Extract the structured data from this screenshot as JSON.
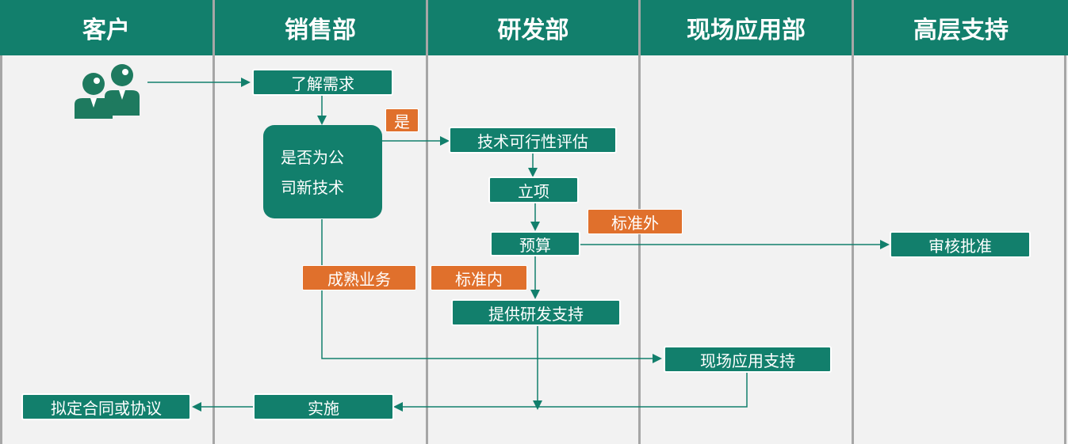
{
  "lanes": [
    "客户",
    "销售部",
    "研发部",
    "现场应用部",
    "高层支持"
  ],
  "nodes": {
    "understand": "了解需求",
    "decision_line1": "是否为公",
    "decision_line2": "司新技术",
    "feasibility": "技术可行性评估",
    "project": "立项",
    "budget": "预算",
    "approve": "审核批准",
    "rd_support": "提供研发支持",
    "field_support": "现场应用支持",
    "implement": "实施",
    "contract": "拟定合同或协议"
  },
  "tags": {
    "yes": "是",
    "out_standard": "标准外",
    "mature": "成熟业务",
    "in_standard": "标准内"
  },
  "icons": {
    "customer": "customers-icon"
  },
  "colors": {
    "header": "#127f6c",
    "node": "#127f6c",
    "tag": "#e0702c",
    "line": "#127f6c",
    "background": "#f2f2f2"
  }
}
